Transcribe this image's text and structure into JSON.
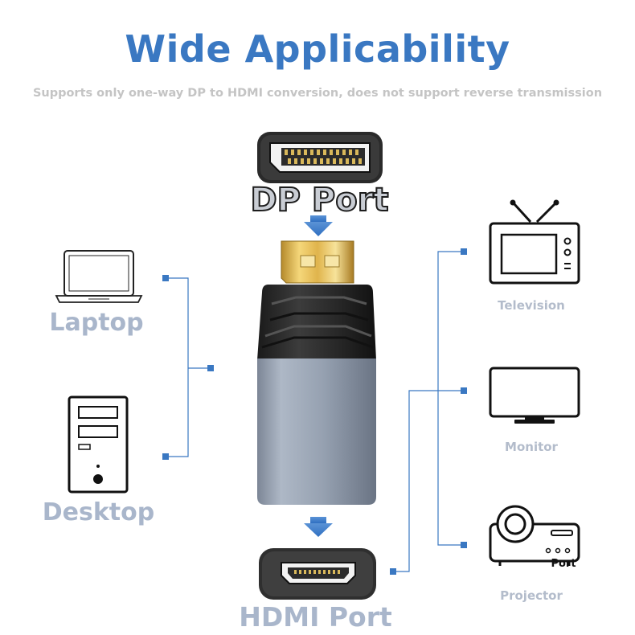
{
  "title": "Wide Applicability",
  "subtitle": "Supports only one-way DP to HDMI conversion, does not support reverse transmission",
  "ports": {
    "dp_label": "DP Port",
    "hdmi_label": "HDMI Port"
  },
  "sources": [
    {
      "label": "Laptop",
      "icon": "laptop-icon"
    },
    {
      "label": "Desktop",
      "icon": "desktop-icon"
    }
  ],
  "displays": [
    {
      "label": "Television",
      "icon": "television-icon"
    },
    {
      "label": "Monitor",
      "icon": "monitor-icon"
    },
    {
      "label": "Projector",
      "icon": "projector-icon",
      "overlay_text": "Port"
    }
  ],
  "colors": {
    "title": "#3a78c2",
    "connector_line": "#3a78c2",
    "label_gray": "#a9b6cb"
  }
}
